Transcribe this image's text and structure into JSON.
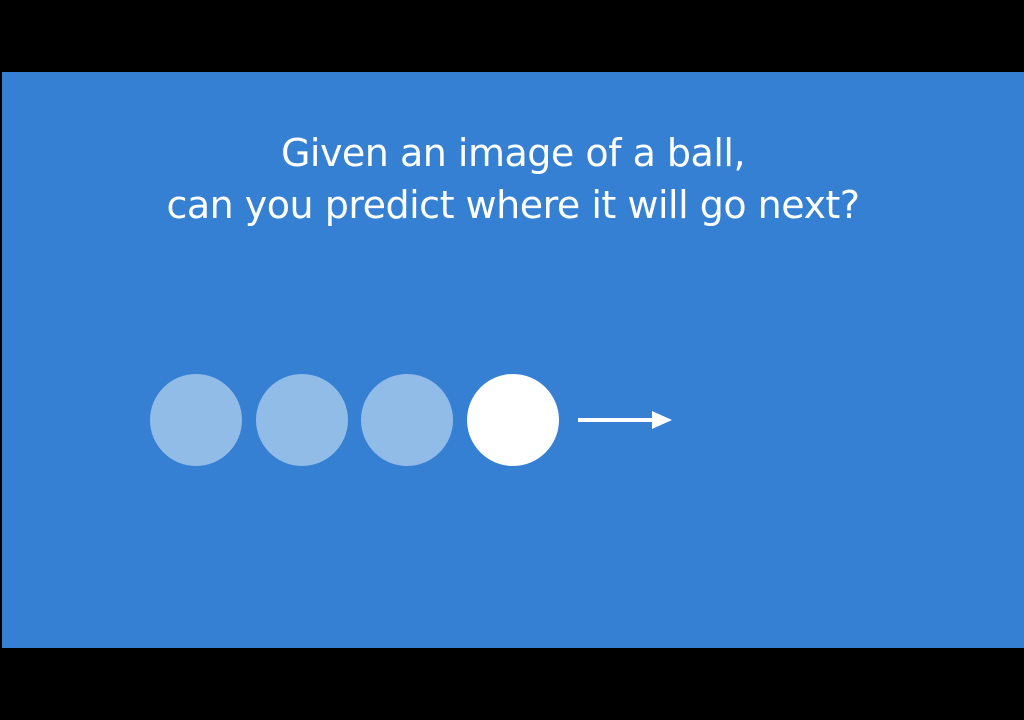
{
  "slide": {
    "title_line1": "Given an image of a ball,",
    "title_line2": "can you predict where it will go next?",
    "background_color": "#3580D3",
    "letterbox_color": "#000000"
  },
  "balls": [
    {
      "state": "previous",
      "color": "#92BCE8"
    },
    {
      "state": "previous",
      "color": "#92BCE8"
    },
    {
      "state": "previous",
      "color": "#92BCE8"
    },
    {
      "state": "current",
      "color": "#FFFFFF"
    }
  ],
  "motion_arrow": {
    "icon": "arrow-right-icon",
    "direction": "right",
    "color": "#FFFFFF"
  }
}
